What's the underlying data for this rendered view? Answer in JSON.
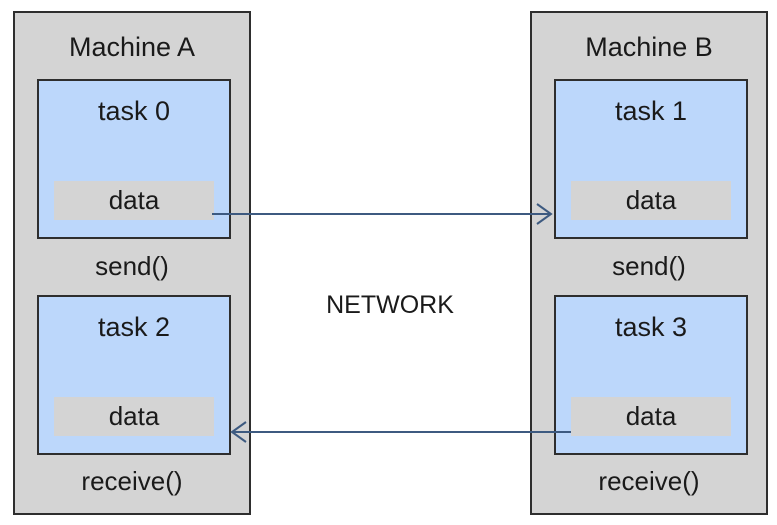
{
  "machines": {
    "a": {
      "title": "Machine A",
      "top_task": {
        "title": "task 0",
        "data": "data"
      },
      "top_call": "send()",
      "bottom_task": {
        "title": "task 2",
        "data": "data"
      },
      "bottom_call": "receive()"
    },
    "b": {
      "title": "Machine B",
      "top_task": {
        "title": "task 1",
        "data": "data"
      },
      "top_call": "send()",
      "bottom_task": {
        "title": "task 3",
        "data": "data"
      },
      "bottom_call": "receive()"
    }
  },
  "network_label": "NETWORK",
  "colors": {
    "machine_fill": "#d4d4d4",
    "task_fill": "#bcd7fb",
    "data_fill": "#d4d4d4",
    "arrow": "#3d5a80",
    "border": "#2e2e2e"
  }
}
